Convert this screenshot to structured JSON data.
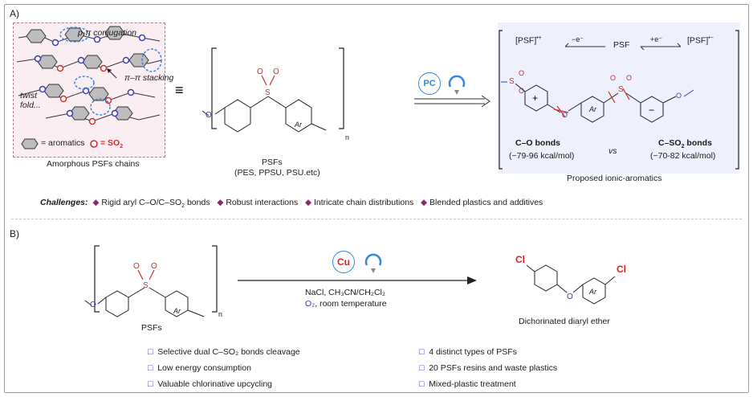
{
  "panelA": {
    "label": "A)",
    "chains": {
      "p_pi": "p-π conjugation",
      "pi_pi": "π–π stacking",
      "twist": "twist",
      "fold": "fold...",
      "legend_aromatics": "= aromatics",
      "legend_so2": "= SO",
      "caption": "Amorphous PSFs chains"
    },
    "equiv": "≡",
    "polymer": {
      "name": "PSFs",
      "examples": "(PES, PPSU, PSU.etc)",
      "ring_label": "Ar",
      "n": "n"
    },
    "catalyst": "PC",
    "ionic": {
      "radcat": "[PSF]",
      "radcat_sup": "•+",
      "minus_e": "−e⁻",
      "psf": "PSF",
      "plus_e": "+e⁻",
      "radan": "[PSF]",
      "radan_sup": "•−",
      "co_label": "C–O bonds",
      "co_energy": "(~79-96 kcal/mol)",
      "vs": "vs",
      "cso_label": "C–SO",
      "cso_label2": "bonds",
      "cso_energy": "(~70-82 kcal/mol)",
      "caption": "Proposed ionic-aromatics",
      "ring_label": "Ar"
    },
    "challenges": {
      "title": "Challenges:",
      "items": [
        "Rigid aryl C–O/C–SO",
        "Robust interactions",
        "Intricate chain distributions",
        "Blended plastics and additives"
      ],
      "item0_suffix": "bonds"
    }
  },
  "panelB": {
    "label": "B)",
    "polymer": {
      "name": "PSFs",
      "ring_label": "Ar",
      "n": "n"
    },
    "catalyst": "Cu",
    "conditions_line1": "NaCl, CH₃CN/CH₂Cl₂",
    "conditions_o2": "O₂",
    "conditions_rt": ", room temperature",
    "product_caption": "Dichorinated diaryl ether",
    "product_ring_label": "Ar",
    "cl": "Cl",
    "features_left": [
      "Selective dual C–SO₂ bonds cleavage",
      "Low energy consumption",
      "Valuable chlorinative upcycling"
    ],
    "features_right": [
      "4 distinct types of PSFs",
      "20 PSFs resins and waste plastics",
      "Mixed-plastic treatment"
    ]
  },
  "colors": {
    "sulfonyl_red": "#d42a2a",
    "oxygen_blue": "#3b3bbf",
    "highlight_blue": "#3a86d8",
    "pink_bg": "#fbeef3",
    "lavender_bg": "#eef0fb",
    "bullet_purple": "#8a2a6a",
    "cl_red": "#e02020"
  }
}
